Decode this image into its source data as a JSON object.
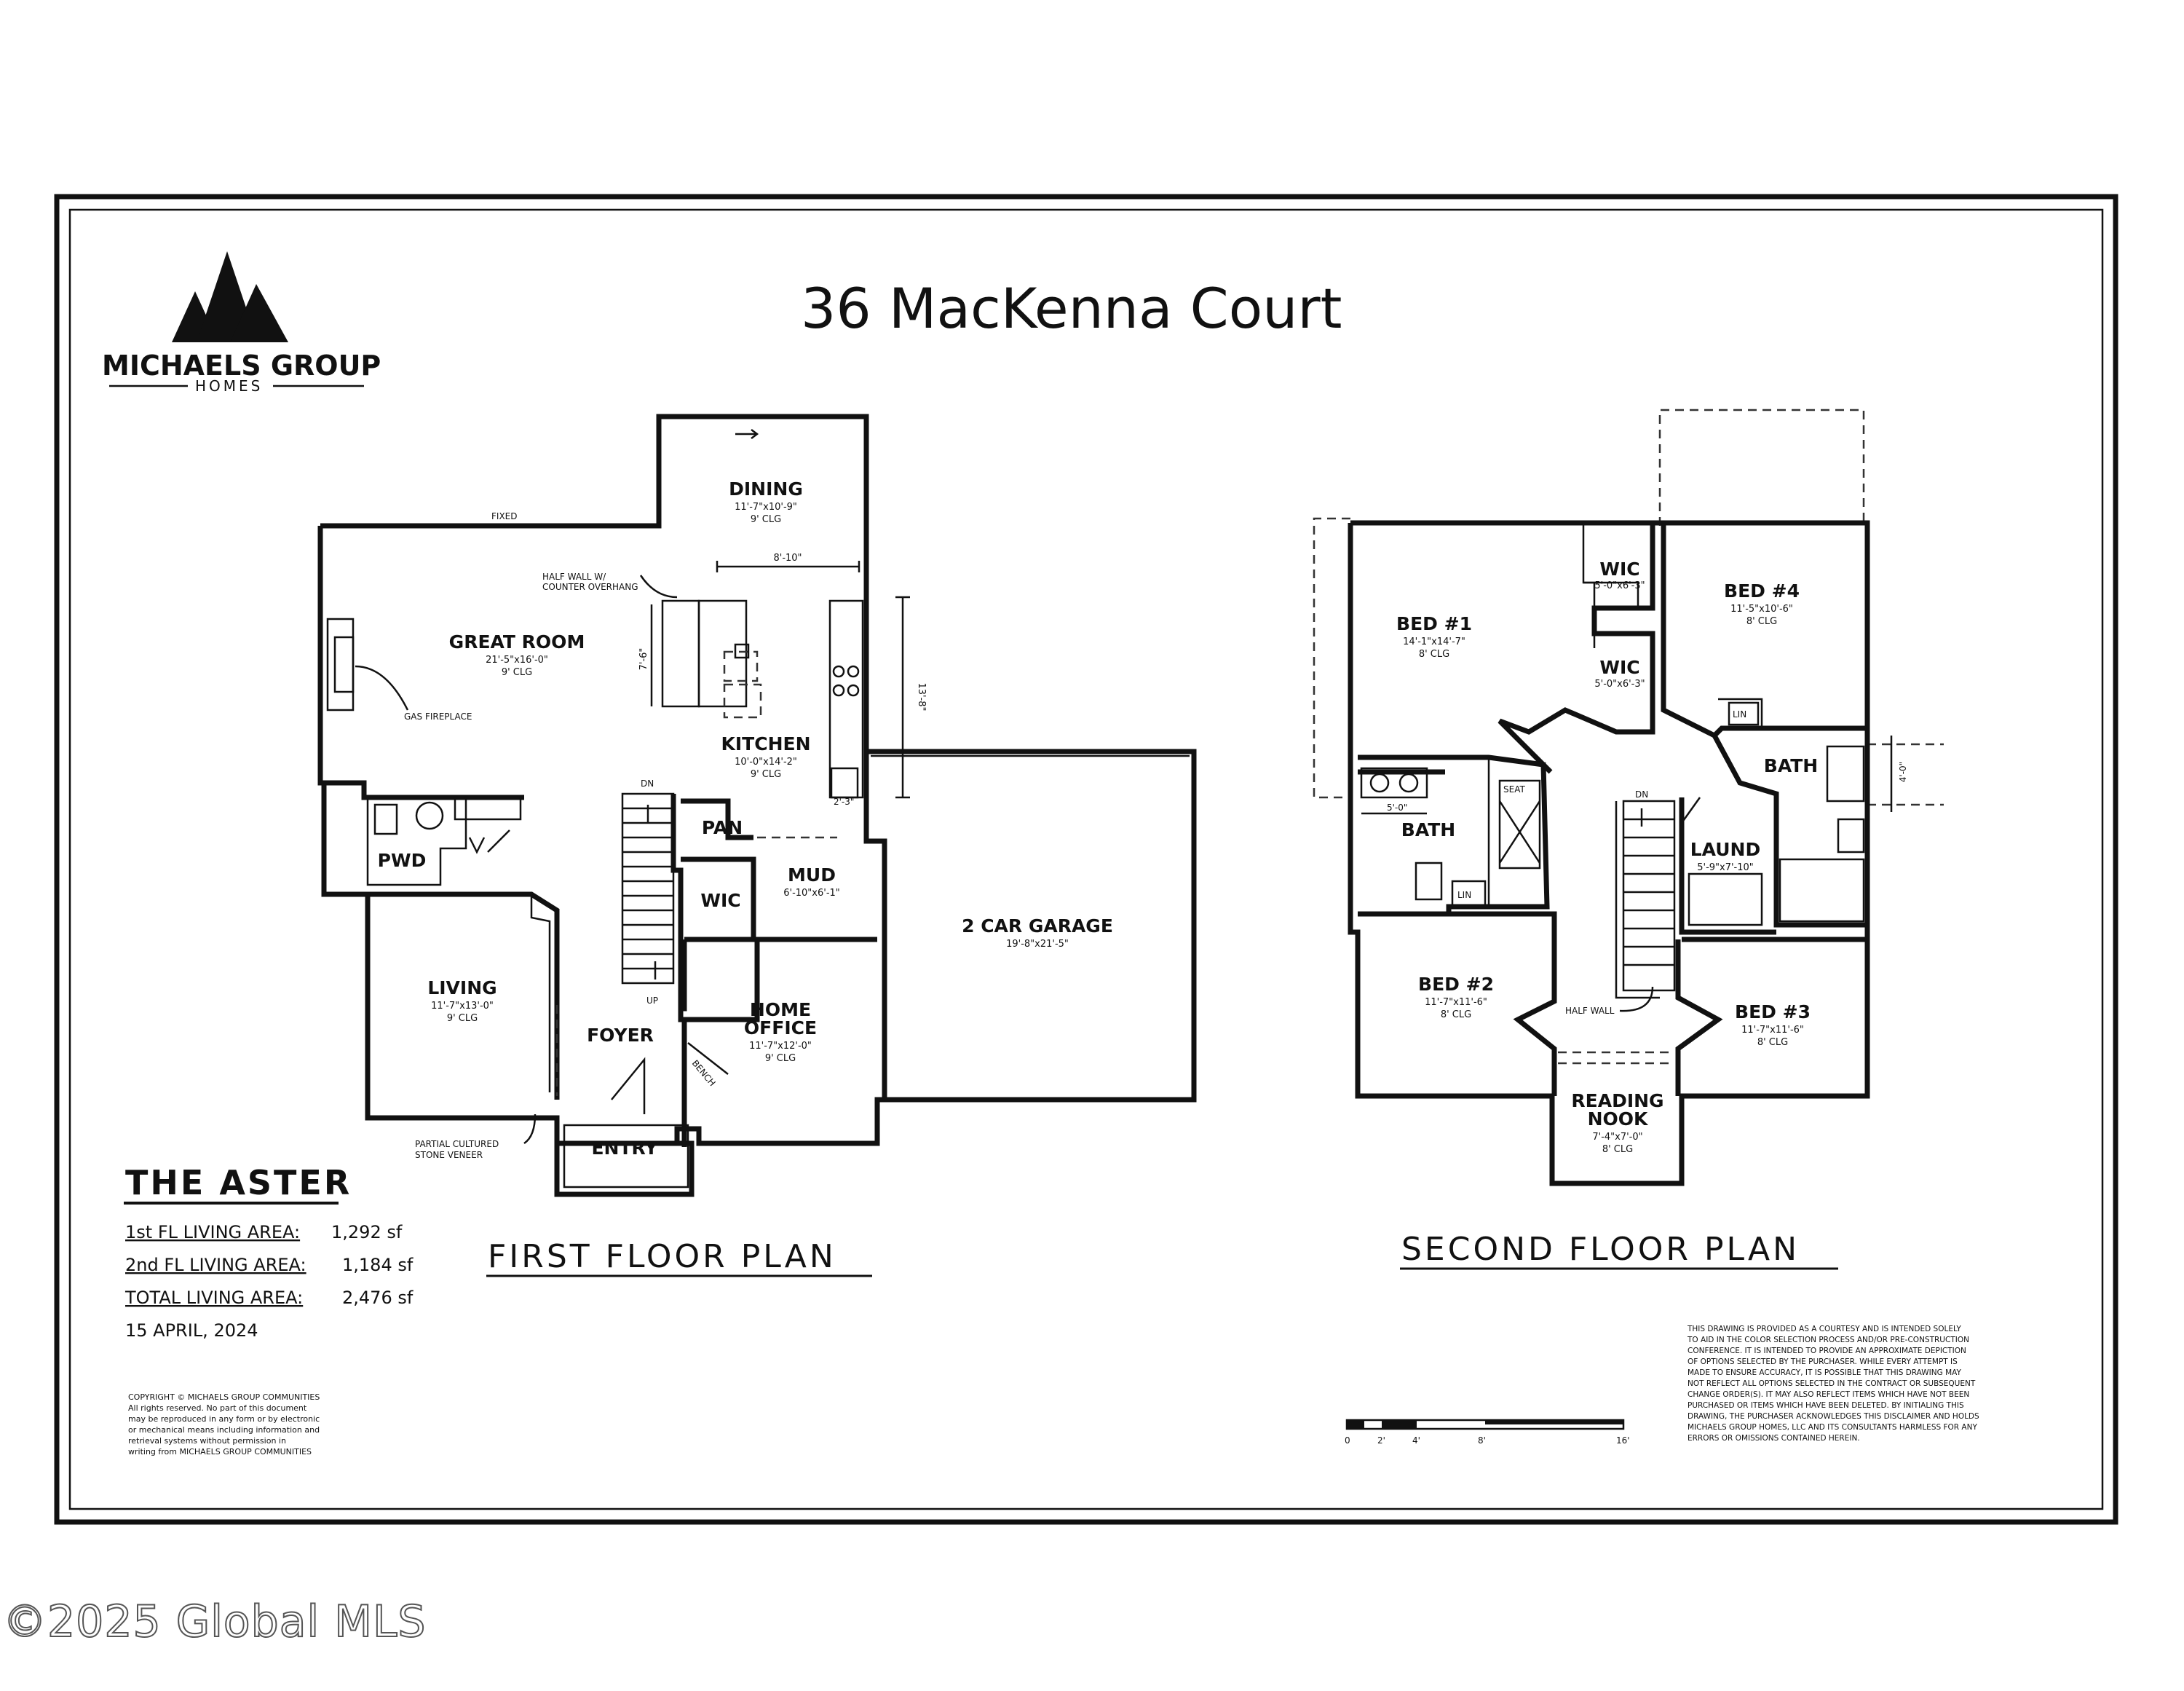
{
  "title": "36 MacKenna Court",
  "logo": {
    "name": "MICHAELS GROUP",
    "sub": "HOMES",
    "icon": "mountain-logo-icon"
  },
  "plan_name": "THE ASTER",
  "areas": [
    {
      "label": "1st FL LIVING AREA:",
      "value": "1,292 sf"
    },
    {
      "label": "2nd FL LIVING AREA:",
      "value": "1,184 sf"
    },
    {
      "label": "TOTAL LIVING AREA:",
      "value": "2,476 sf"
    }
  ],
  "date": "15 APRIL, 2024",
  "copyright": [
    "COPYRIGHT © MICHAELS GROUP COMMUNITIES",
    "All rights reserved. No part of this document",
    "may be reproduced in any form or by electronic",
    "or mechanical means including information and",
    "retrieval systems without permission in",
    "writing from MICHAELS GROUP COMMUNITIES"
  ],
  "disclaimer": [
    "THIS DRAWING IS PROVIDED AS A COURTESY AND IS INTENDED SOLELY",
    "TO AID IN THE COLOR SELECTION PROCESS AND/OR PRE-CONSTRUCTION",
    "CONFERENCE. IT IS INTENDED TO PROVIDE AN APPROXIMATE DEPICTION",
    "OF OPTIONS SELECTED BY THE PURCHASER. WHILE EVERY ATTEMPT IS",
    "MADE TO ENSURE ACCURACY, IT IS POSSIBLE THAT THIS DRAWING MAY",
    "NOT REFLECT ALL OPTIONS SELECTED IN THE CONTRACT OR SUBSEQUENT",
    "CHANGE ORDER(S). IT MAY ALSO REFLECT ITEMS WHICH HAVE NOT BEEN",
    "PURCHASED OR ITEMS WHICH HAVE BEEN DELETED. BY INITIALING THIS",
    "DRAWING, THE PURCHASER ACKNOWLEDGES THIS DISCLAIMER AND HOLDS",
    "MICHAELS GROUP HOMES, LLC AND ITS CONSULTANTS HARMLESS FOR ANY",
    "ERRORS OR OMISSIONS CONTAINED HEREIN."
  ],
  "scale_labels": [
    "0",
    "2'",
    "4'",
    "8'",
    "16'"
  ],
  "watermark": "©2025 Global MLS",
  "first_floor": {
    "heading": "FIRST FLOOR PLAN",
    "rooms": [
      {
        "name": "DINING",
        "dims": "11'-7\"x10'-9\"",
        "ceiling": "9' CLG"
      },
      {
        "name": "GREAT ROOM",
        "dims": "21'-5\"x16'-0\"",
        "ceiling": "9' CLG"
      },
      {
        "name": "KITCHEN",
        "dims": "10'-0\"x14'-2\"",
        "ceiling": "9' CLG"
      },
      {
        "name": "2 CAR GARAGE",
        "dims": "19'-8\"x21'-5\""
      },
      {
        "name": "LIVING",
        "dims": "11'-7\"x13'-0\"",
        "ceiling": "9' CLG"
      },
      {
        "name": "HOME",
        "name2": "OFFICE",
        "dims": "11'-7\"x12'-0\"",
        "ceiling": "9' CLG"
      },
      {
        "name": "FOYER"
      },
      {
        "name": "ENTRY"
      },
      {
        "name": "PWD"
      },
      {
        "name": "PAN"
      },
      {
        "name": "MUD",
        "dims": "6'-10\"x6'-1\""
      },
      {
        "name": "WIC"
      }
    ],
    "notes": {
      "fixed": "FIXED",
      "half_wall": "HALF WALL W/",
      "half_wall2": "COUNTER OVERHANG",
      "fireplace": "GAS FIREPLACE",
      "stone1": "PARTIAL CULTURED",
      "stone2": "STONE VENEER",
      "dn": "DN",
      "up": "UP",
      "bench": "BENCH"
    },
    "dimensions": {
      "kitchen_w": "8'-10\"",
      "island": "7'-6\"",
      "kitchen_h": "13'-8\"",
      "small": "2'-3\""
    }
  },
  "second_floor": {
    "heading": "SECOND FLOOR PLAN",
    "rooms": [
      {
        "name": "BED #1",
        "dims": "14'-1\"x14'-7\"",
        "ceiling": "8' CLG"
      },
      {
        "name": "WIC",
        "dims": "5'-0\"x6'-3\""
      },
      {
        "name": "WIC",
        "dims": "5'-0\"x6'-3\""
      },
      {
        "name": "BED #4",
        "dims": "11'-5\"x10'-6\"",
        "ceiling": "8' CLG"
      },
      {
        "name": "BATH"
      },
      {
        "name": "BATH"
      },
      {
        "name": "LAUND",
        "dims": "5'-9\"x7'-10\""
      },
      {
        "name": "BED #2",
        "dims": "11'-7\"x11'-6\"",
        "ceiling": "8' CLG"
      },
      {
        "name": "BED #3",
        "dims": "11'-7\"x11'-6\"",
        "ceiling": "8' CLG"
      },
      {
        "name": "READING",
        "name2": "NOOK",
        "dims": "7'-4\"x7'-0\"",
        "ceiling": "8' CLG"
      }
    ],
    "notes": {
      "seat": "SEAT",
      "lin": "LIN",
      "dn": "DN",
      "half_wall": "HALF WALL",
      "vanity": "5'-0\"",
      "side": "4'-0\""
    }
  }
}
